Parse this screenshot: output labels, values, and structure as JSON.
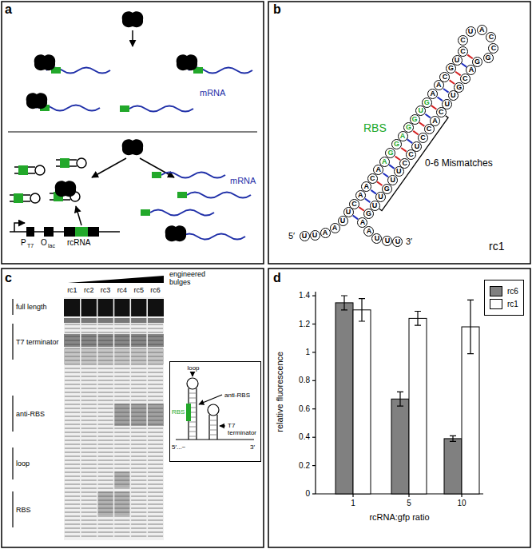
{
  "diagram": {
    "nodes": [
      {
        "text": [
          "U"
        ]
      },
      {
        "text": [
          "U"
        ]
      },
      {
        "text": [
          "A"
        ]
      },
      {
        "text": [
          "A"
        ]
      },
      {
        "text": [
          "U"
        ]
      },
      {
        "text": [
          "U"
        ]
      },
      {
        "text": [
          "C"
        ]
      },
      {
        "text": [
          "A"
        ]
      },
      {
        "text": [
          "A"
        ]
      },
      {
        "text": [
          "C"
        ]
      },
      {
        "text": [
          "A"
        ]
      },
      {
        "text": [
          "A"
        ]
      },
      {
        "text": [
          "G"
        ]
      },
      {
        "text": [
          "G"
        ]
      },
      {
        "text": [
          "A"
        ]
      },
      {
        "text": [
          "G"
        ]
      },
      {
        "text": [
          "G"
        ]
      },
      {
        "text": [
          "U"
        ]
      },
      {
        "text": [
          "G"
        ]
      },
      {
        "text": [
          "A"
        ]
      },
      {
        "text": [
          "A"
        ]
      },
      {
        "text": [
          "C"
        ]
      },
      {
        "text": [
          "G"
        ]
      },
      {
        "text": [
          "U"
        ]
      },
      {
        "text": [
          "C"
        ]
      },
      {
        "text": [
          "C"
        ]
      },
      {
        "text": [
          "U"
        ]
      },
      {
        "text": [
          "A"
        ]
      },
      {
        "text": [
          "C"
        ]
      },
      {
        "text": [
          "C"
        ]
      },
      {
        "text": [
          "G"
        ]
      },
      {
        "text": [
          "G"
        ]
      },
      {
        "text": [
          "A"
        ]
      },
      {
        "text": [
          "C"
        ]
      },
      {
        "text": [
          "G"
        ]
      },
      {
        "text": [
          "U"
        ]
      },
      {
        "text": [
          "U"
        ]
      },
      {
        "text": [
          "C"
        ]
      },
      {
        "text": [
          "A"
        ]
      },
      {
        "text": [
          "C"
        ]
      },
      {
        "text": [
          "C"
        ]
      },
      {
        "text": [
          "U"
        ]
      },
      {
        "text": [
          "C"
        ]
      },
      {
        "text": [
          "C"
        ]
      },
      {
        "text": [
          "U"
        ]
      },
      {
        "text": [
          "U"
        ]
      },
      {
        "text": [
          "G"
        ]
      },
      {
        "text": [
          "U"
        ]
      },
      {
        "text": [
          "U"
        ]
      },
      {
        "text": [
          "G"
        ]
      },
      {
        "text": [
          "A"
        ]
      },
      {
        "text": [
          "A"
        ]
      },
      {
        "text": [
          "U"
        ]
      },
      {
        "text": [
          "U"
        ]
      },
      {
        "text": [
          "U"
        ]
      },
      {
        "text": [
          "loop",
          "RBS",
          "anti-RBS",
          "T7 terminator",
          "5′...~",
          "3′"
        ]
      }
    ],
    "edges": [
      {
        "from": 5,
        "to": 50,
        "arrow": "none"
      },
      {
        "from": 6,
        "to": 49,
        "arrow": "none"
      },
      {
        "from": 7,
        "to": 48,
        "arrow": "none"
      },
      {
        "from": 8,
        "to": 47,
        "arrow": "none"
      },
      {
        "from": 9,
        "to": 46,
        "arrow": "none"
      },
      {
        "from": 10,
        "to": 45,
        "arrow": "none"
      },
      {
        "from": 11,
        "to": 44,
        "arrow": "none"
      },
      {
        "from": 12,
        "to": 43,
        "arrow": "none"
      },
      {
        "from": 13,
        "to": 42,
        "arrow": "none"
      },
      {
        "from": 14,
        "to": 41,
        "arrow": "none"
      },
      {
        "from": 15,
        "to": 40,
        "arrow": "none"
      },
      {
        "from": 16,
        "to": 39,
        "arrow": "none"
      },
      {
        "from": 17,
        "to": 38,
        "arrow": "none"
      },
      {
        "from": 18,
        "to": 37,
        "arrow": "none"
      },
      {
        "from": 19,
        "to": 36,
        "arrow": "none"
      },
      {
        "from": 20,
        "to": 35,
        "arrow": "none"
      },
      {
        "from": 21,
        "to": 34,
        "arrow": "none"
      },
      {
        "from": 22,
        "to": 33,
        "arrow": "none"
      },
      {
        "from": 23,
        "to": 32,
        "arrow": "none"
      },
      {
        "from": 24,
        "to": 31,
        "arrow": "none"
      }
    ],
    "labels": [
      "a",
      "mRNA",
      "mRNA",
      "P",
      "T7",
      "O",
      "lac",
      "rcRNA",
      "b",
      "RBS",
      "0-6 Mismatches",
      "5′",
      "3′",
      "rc1",
      "c",
      "rc1",
      "rc2",
      "rc3",
      "rc4",
      "rc5",
      "rc6",
      "engineered bulges",
      "full length",
      "T7 terminator",
      "anti-RBS",
      "loop",
      "RBS",
      "d",
      "0",
      "0.2",
      "0.4",
      "0.6",
      "0.8",
      "1",
      "1.2",
      "1.4",
      "1",
      "5",
      "10",
      "relative fluorescence",
      "rcRNA:gfp ratio"
    ],
    "legend": [
      {
        "text": "rc6",
        "color": "#808080"
      },
      {
        "text": "rc1",
        "color": "#ffffff"
      }
    ]
  }
}
